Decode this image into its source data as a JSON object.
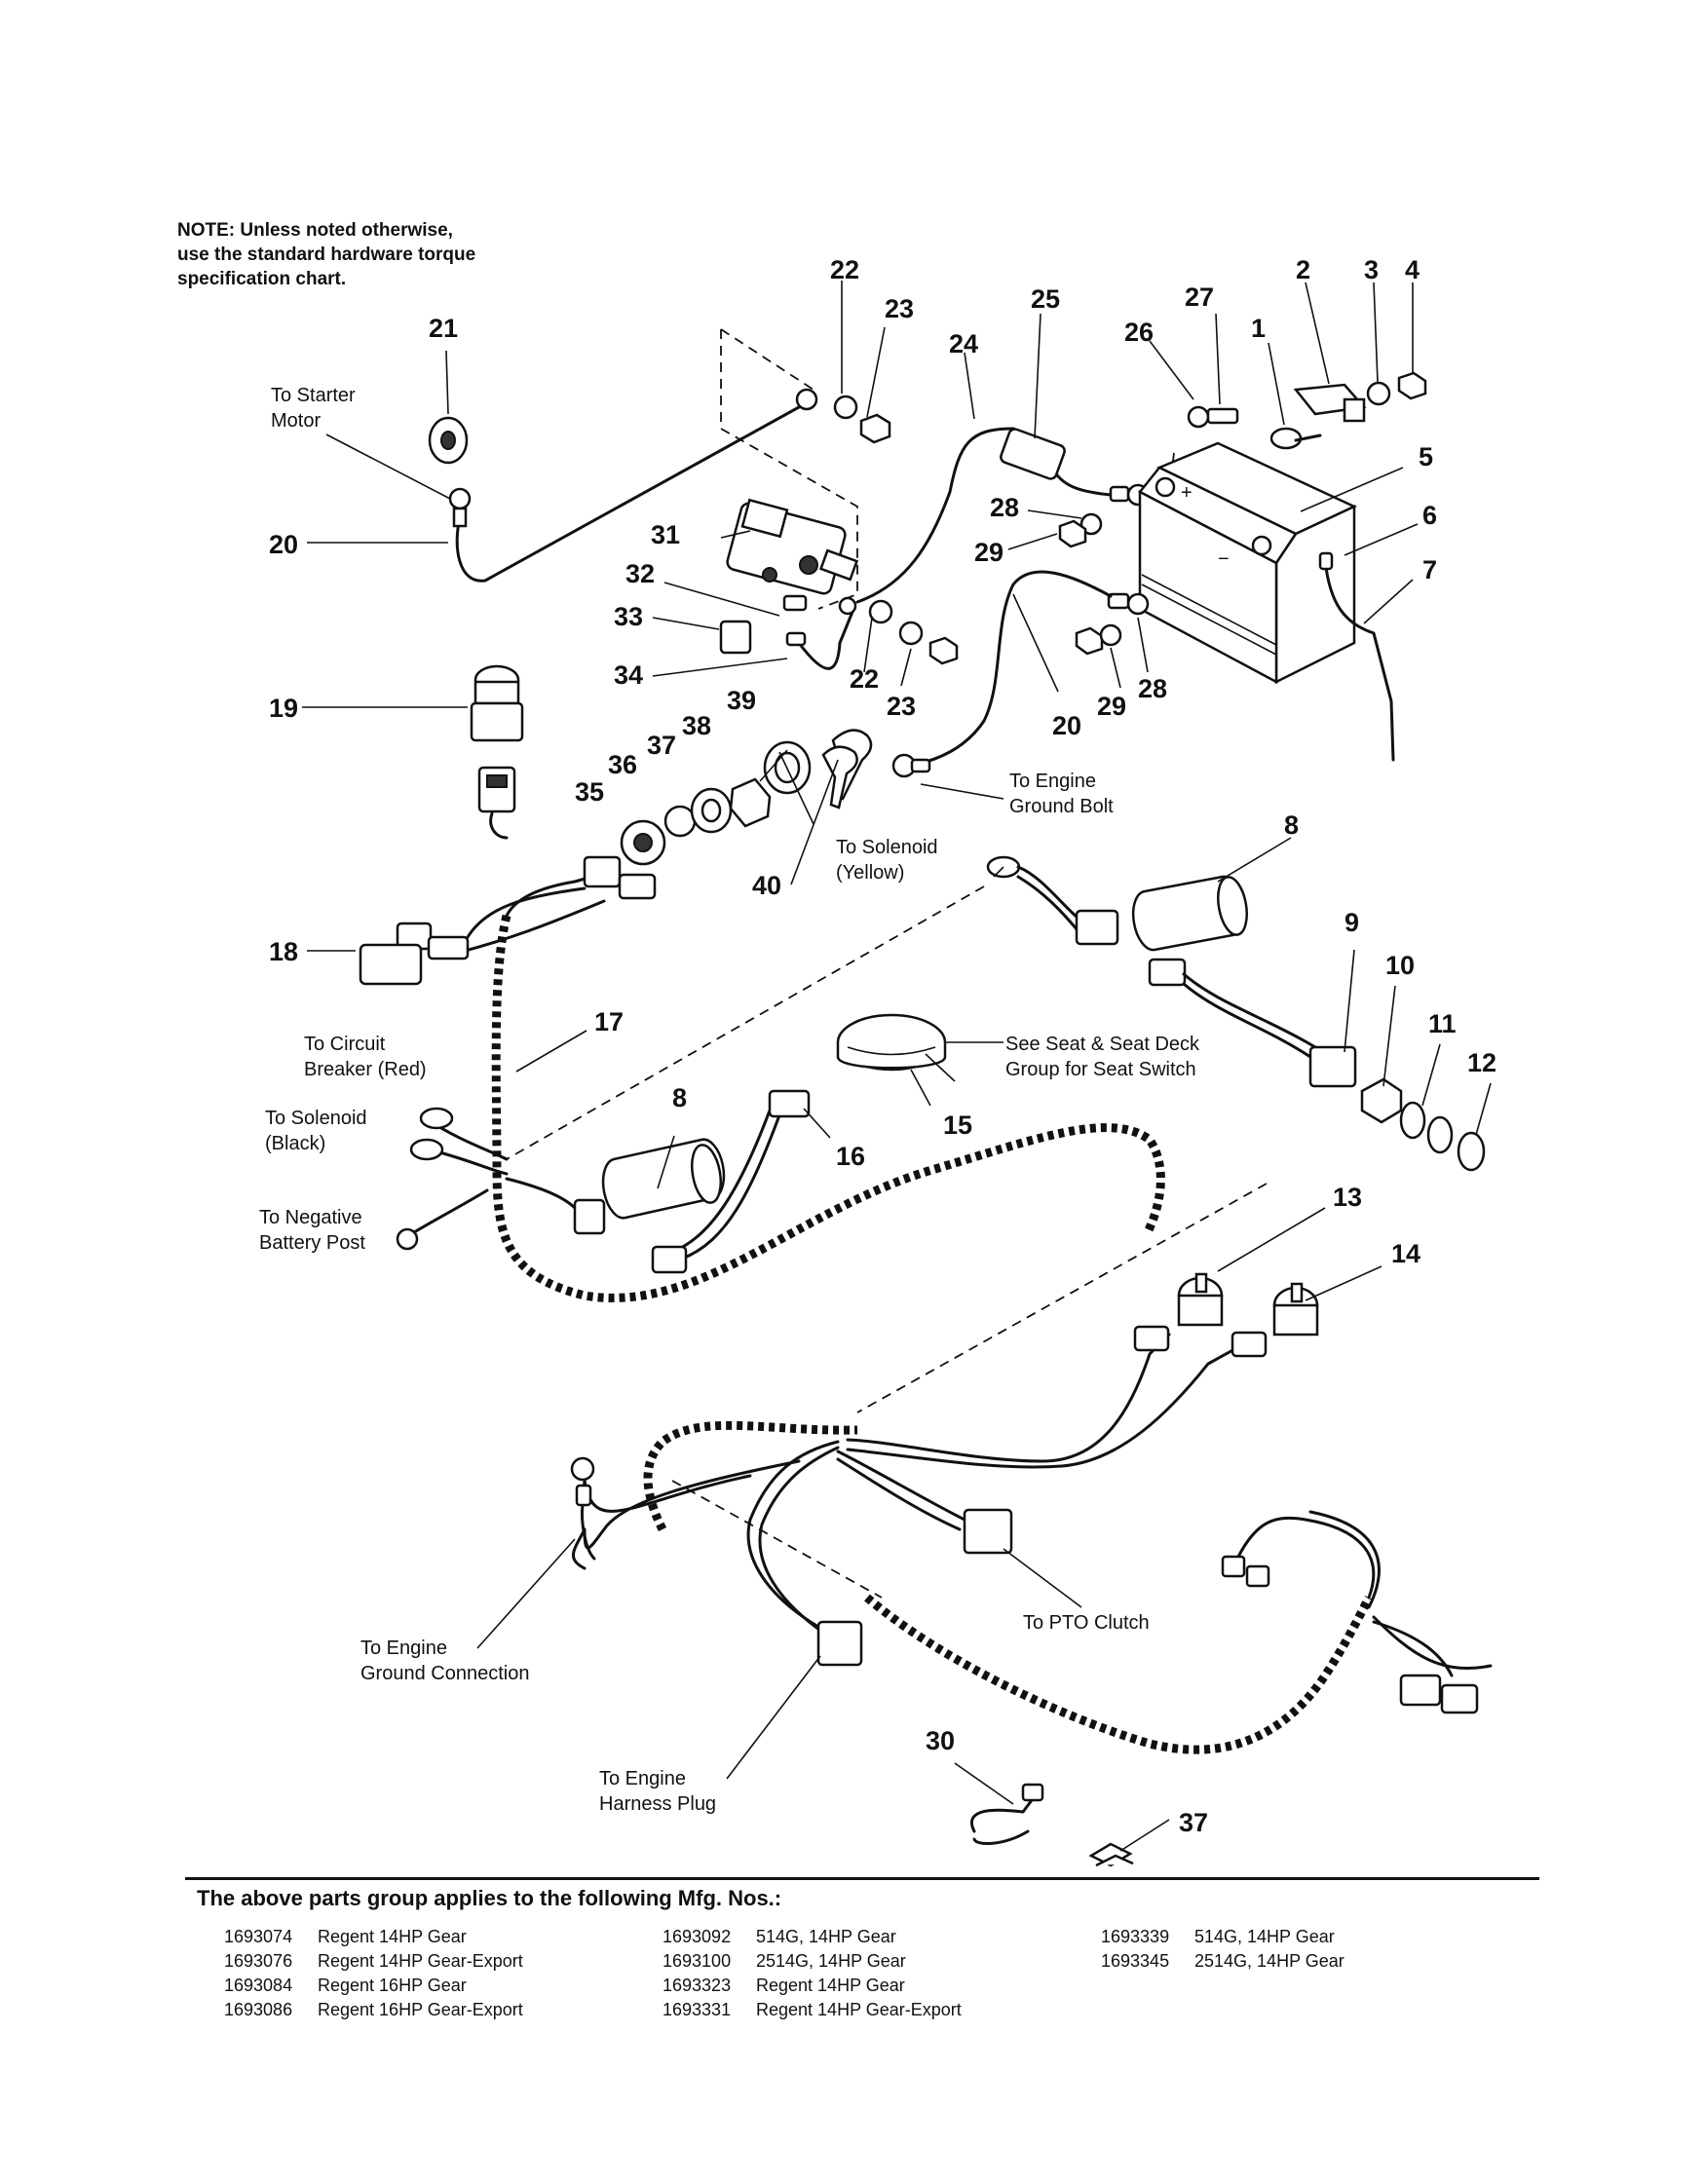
{
  "note": {
    "line1": "NOTE: Unless noted otherwise,",
    "line2": "use the standard hardware torque",
    "line3": "specification chart."
  },
  "callouts": {
    "c1": "1",
    "c2": "2",
    "c3": "3",
    "c4": "4",
    "c5": "5",
    "c6": "6",
    "c7": "7",
    "c8a": "8",
    "c8b": "8",
    "c9": "9",
    "c10": "10",
    "c11": "11",
    "c12": "12",
    "c13": "13",
    "c14": "14",
    "c15": "15",
    "c16": "16",
    "c17": "17",
    "c18": "18",
    "c19": "19",
    "c20a": "20",
    "c20b": "20",
    "c21": "21",
    "c22a": "22",
    "c22b": "22",
    "c23a": "23",
    "c23b": "23",
    "c24": "24",
    "c25": "25",
    "c26": "26",
    "c27": "27",
    "c28a": "28",
    "c28b": "28",
    "c29a": "29",
    "c29b": "29",
    "c30": "30",
    "c31": "31",
    "c32": "32",
    "c33": "33",
    "c34": "34",
    "c35": "35",
    "c36": "36",
    "c37a": "37",
    "c37b": "37",
    "c38": "38",
    "c39": "39",
    "c40": "40"
  },
  "labels": {
    "starter_1": "To Starter",
    "starter_2": "Motor",
    "ground_bolt_1": "To Engine",
    "ground_bolt_2": "Ground Bolt",
    "sol_yellow_1": "To Solenoid",
    "sol_yellow_2": "(Yellow)",
    "seat_1": "See Seat & Seat Deck",
    "seat_2": "Group for Seat Switch",
    "breaker_1": "To Circuit",
    "breaker_2": "Breaker (Red)",
    "sol_black_1": "To Solenoid",
    "sol_black_2": "(Black)",
    "neg_post_1": "To Negative",
    "neg_post_2": "Battery Post",
    "ground_conn_1": "To Engine",
    "ground_conn_2": "Ground Connection",
    "pto_clutch": "To PTO Clutch",
    "harness_plug_1": "To Engine",
    "harness_plug_2": "Harness Plug"
  },
  "applies_heading": "The above parts group applies to the following Mfg. Nos.:",
  "mfg_columns": [
    [
      {
        "no": "1693074",
        "desc": "Regent 14HP Gear"
      },
      {
        "no": "1693076",
        "desc": "Regent 14HP Gear-Export"
      },
      {
        "no": "1693084",
        "desc": "Regent 16HP Gear"
      },
      {
        "no": "1693086",
        "desc": "Regent 16HP Gear-Export"
      }
    ],
    [
      {
        "no": "1693092",
        "desc": "514G, 14HP Gear"
      },
      {
        "no": "1693100",
        "desc": "2514G, 14HP Gear"
      },
      {
        "no": "1693323",
        "desc": "Regent 14HP Gear"
      },
      {
        "no": "1693331",
        "desc": "Regent 14HP Gear-Export"
      }
    ],
    [
      {
        "no": "1693339",
        "desc": "514G, 14HP Gear"
      },
      {
        "no": "1693345",
        "desc": "2514G, 14HP Gear"
      }
    ]
  ]
}
